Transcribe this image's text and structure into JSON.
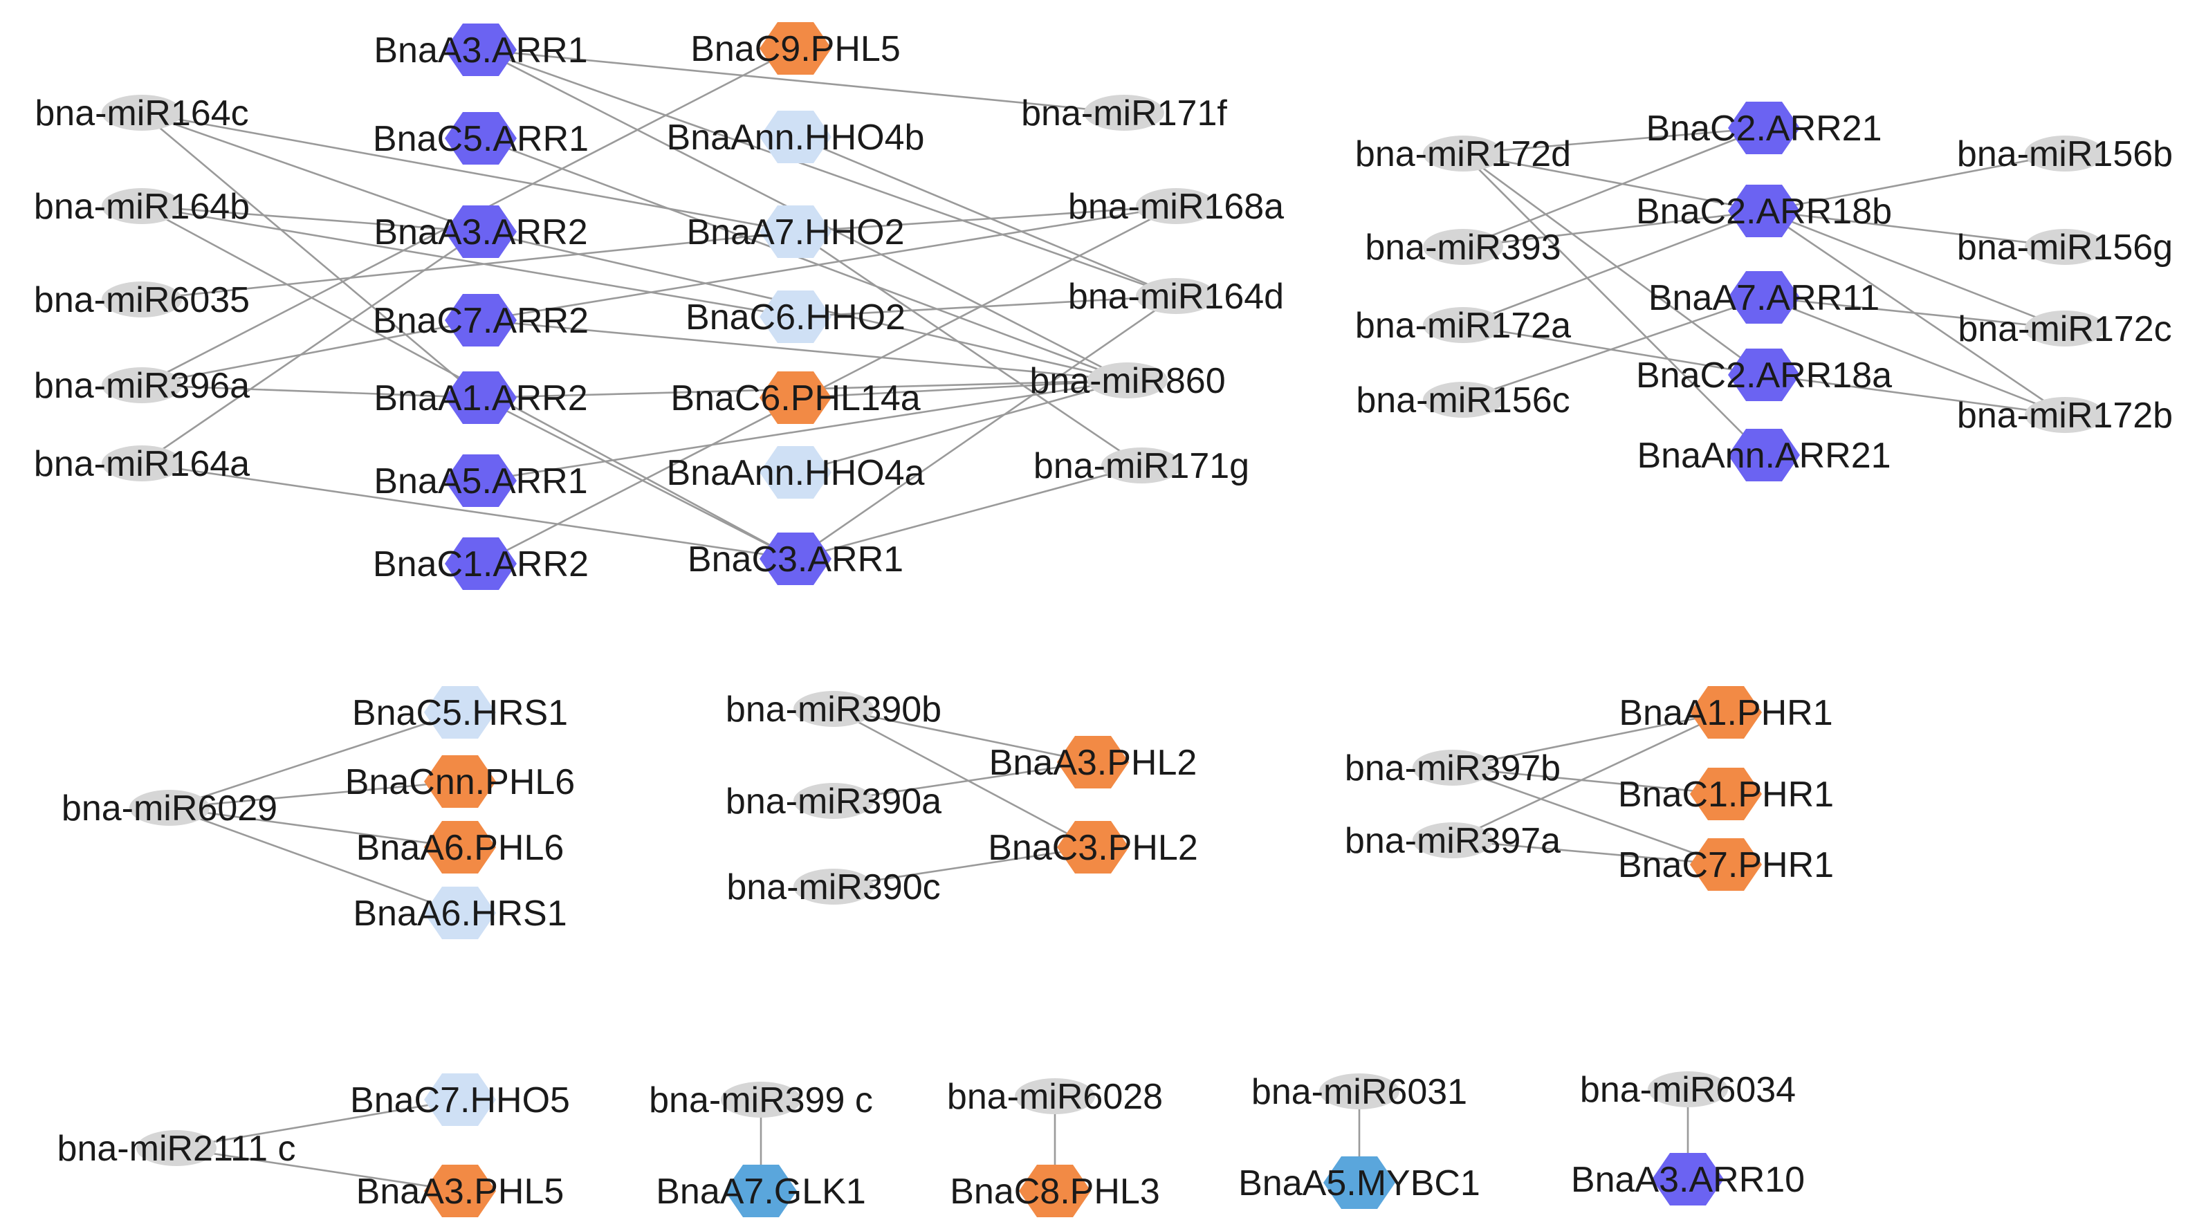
{
  "colors": {
    "mirna": "#d6d6d6",
    "arr": "#6b63f2",
    "phl": "#f28a45",
    "hho": "#cfe0f5",
    "glk": "#5aa6dc",
    "edge": "#9a9a9a",
    "text": "#1a1a1a"
  },
  "nodes": [
    {
      "id": "BnaA3.ARR1",
      "label": "BnaA3.ARR1",
      "kind": "arr"
    },
    {
      "id": "BnaC9.PHL5",
      "label": "BnaC9.PHL5",
      "kind": "phl"
    },
    {
      "id": "bna-miR164c",
      "label": "bna-miR164c",
      "kind": "mirna"
    },
    {
      "id": "bna-miR171f",
      "label": "bna-miR171f",
      "kind": "mirna"
    },
    {
      "id": "BnaC5.ARR1",
      "label": "BnaC5.ARR1",
      "kind": "arr"
    },
    {
      "id": "BnaAnn.HHO4b",
      "label": "BnaAnn.HHO4b",
      "kind": "hho"
    },
    {
      "id": "bna-miR164b",
      "label": "bna-miR164b",
      "kind": "mirna"
    },
    {
      "id": "bna-miR168a",
      "label": "bna-miR168a",
      "kind": "mirna"
    },
    {
      "id": "BnaA3.ARR2",
      "label": "BnaA3.ARR2",
      "kind": "arr"
    },
    {
      "id": "BnaA7.HHO2",
      "label": "BnaA7.HHO2",
      "kind": "hho"
    },
    {
      "id": "bna-miR6035",
      "label": "bna-miR6035",
      "kind": "mirna"
    },
    {
      "id": "bna-miR164d",
      "label": "bna-miR164d",
      "kind": "mirna"
    },
    {
      "id": "BnaC7.ARR2",
      "label": "BnaC7.ARR2",
      "kind": "arr"
    },
    {
      "id": "BnaC6.HHO2",
      "label": "BnaC6.HHO2",
      "kind": "hho"
    },
    {
      "id": "bna-miR396a",
      "label": "bna-miR396a",
      "kind": "mirna"
    },
    {
      "id": "bna-miR860",
      "label": "bna-miR860",
      "kind": "mirna"
    },
    {
      "id": "BnaA1.ARR2",
      "label": "BnaA1.ARR2",
      "kind": "arr"
    },
    {
      "id": "BnaC6.PHL14a",
      "label": "BnaC6.PHL14a",
      "kind": "phl"
    },
    {
      "id": "bna-miR164a",
      "label": "bna-miR164a",
      "kind": "mirna"
    },
    {
      "id": "bna-miR171g",
      "label": "bna-miR171g",
      "kind": "mirna"
    },
    {
      "id": "BnaA5.ARR1",
      "label": "BnaA5.ARR1",
      "kind": "arr"
    },
    {
      "id": "BnaAnn.HHO4a",
      "label": "BnaAnn.HHO4a",
      "kind": "hho"
    },
    {
      "id": "BnaC1.ARR2",
      "label": "BnaC1.ARR2",
      "kind": "arr"
    },
    {
      "id": "BnaC3.ARR1",
      "label": "BnaC3.ARR1",
      "kind": "arr"
    },
    {
      "id": "bna-miR172d",
      "label": "bna-miR172d",
      "kind": "mirna"
    },
    {
      "id": "BnaC2.ARR21",
      "label": "BnaC2.ARR21",
      "kind": "arr"
    },
    {
      "id": "bna-miR156b",
      "label": "bna-miR156b",
      "kind": "mirna"
    },
    {
      "id": "bna-miR393",
      "label": "bna-miR393",
      "kind": "mirna"
    },
    {
      "id": "BnaC2.ARR18b",
      "label": "BnaC2.ARR18b",
      "kind": "arr"
    },
    {
      "id": "bna-miR156g",
      "label": "bna-miR156g",
      "kind": "mirna"
    },
    {
      "id": "bna-miR172a",
      "label": "bna-miR172a",
      "kind": "mirna"
    },
    {
      "id": "BnaA7.ARR11",
      "label": "BnaA7.ARR11",
      "kind": "arr"
    },
    {
      "id": "bna-miR172c",
      "label": "bna-miR172c",
      "kind": "mirna"
    },
    {
      "id": "bna-miR156c",
      "label": "bna-miR156c",
      "kind": "mirna"
    },
    {
      "id": "BnaC2.ARR18a",
      "label": "BnaC2.ARR18a",
      "kind": "arr"
    },
    {
      "id": "bna-miR172b",
      "label": "bna-miR172b",
      "kind": "mirna"
    },
    {
      "id": "BnaAnn.ARR21",
      "label": "BnaAnn.ARR21",
      "kind": "arr"
    },
    {
      "id": "BnaC5.HRS1",
      "label": "BnaC5.HRS1",
      "kind": "hho"
    },
    {
      "id": "BnaCnn.PHL6",
      "label": "BnaCnn.PHL6",
      "kind": "phl"
    },
    {
      "id": "bna-miR6029",
      "label": "bna-miR6029",
      "kind": "mirna"
    },
    {
      "id": "BnaA6.PHL6",
      "label": "BnaA6.PHL6",
      "kind": "phl"
    },
    {
      "id": "BnaA6.HRS1",
      "label": "BnaA6.HRS1",
      "kind": "hho"
    },
    {
      "id": "bna-miR390b",
      "label": "bna-miR390b",
      "kind": "mirna"
    },
    {
      "id": "BnaA3.PHL2",
      "label": "BnaA3.PHL2",
      "kind": "phl"
    },
    {
      "id": "bna-miR390a",
      "label": "bna-miR390a",
      "kind": "mirna"
    },
    {
      "id": "BnaC3.PHL2",
      "label": "BnaC3.PHL2",
      "kind": "phl"
    },
    {
      "id": "bna-miR390c",
      "label": "bna-miR390c",
      "kind": "mirna"
    },
    {
      "id": "BnaA1.PHR1",
      "label": "BnaA1.PHR1",
      "kind": "phl"
    },
    {
      "id": "bna-miR397b",
      "label": "bna-miR397b",
      "kind": "mirna"
    },
    {
      "id": "BnaC1.PHR1",
      "label": "BnaC1.PHR1",
      "kind": "phl"
    },
    {
      "id": "bna-miR397a",
      "label": "bna-miR397a",
      "kind": "mirna"
    },
    {
      "id": "BnaC7.PHR1",
      "label": "BnaC7.PHR1",
      "kind": "phl"
    },
    {
      "id": "BnaC7.HHO5",
      "label": "BnaC7.HHO5",
      "kind": "hho"
    },
    {
      "id": "bna-miR2111c",
      "label": "bna-miR2111 c",
      "kind": "mirna"
    },
    {
      "id": "BnaA3.PHL5",
      "label": "BnaA3.PHL5",
      "kind": "phl"
    },
    {
      "id": "bna-miR399c",
      "label": "bna-miR399 c",
      "kind": "mirna"
    },
    {
      "id": "BnaA7.GLK1",
      "label": "BnaA7.GLK1",
      "kind": "glk"
    },
    {
      "id": "bna-miR6028",
      "label": "bna-miR6028",
      "kind": "mirna"
    },
    {
      "id": "BnaC8.PHL3",
      "label": "BnaC8.PHL3",
      "kind": "phl"
    },
    {
      "id": "bna-miR6031",
      "label": "bna-miR6031",
      "kind": "mirna"
    },
    {
      "id": "BnaA5.MYBC1",
      "label": "BnaA5.MYBC1",
      "kind": "glk"
    },
    {
      "id": "bna-miR6034",
      "label": "bna-miR6034",
      "kind": "mirna"
    },
    {
      "id": "BnaA3.ARR10",
      "label": "BnaA3.ARR10",
      "kind": "arr"
    }
  ],
  "edges": [
    [
      "BnaA3.ARR1",
      "bna-miR171f"
    ],
    [
      "BnaA3.ARR1",
      "bna-miR860"
    ],
    [
      "BnaA3.ARR1",
      "bna-miR164d"
    ],
    [
      "BnaC9.PHL5",
      "bna-miR396a"
    ],
    [
      "bna-miR164c",
      "BnaA3.ARR2"
    ],
    [
      "bna-miR164c",
      "BnaA7.HHO2"
    ],
    [
      "bna-miR164c",
      "BnaA1.ARR2"
    ],
    [
      "bna-miR164b",
      "BnaA3.ARR2"
    ],
    [
      "bna-miR164b",
      "BnaC6.HHO2"
    ],
    [
      "bna-miR164b",
      "BnaC3.ARR1"
    ],
    [
      "bna-miR6035",
      "BnaA7.HHO2"
    ],
    [
      "bna-miR396a",
      "BnaC7.ARR2"
    ],
    [
      "bna-miR396a",
      "BnaA1.ARR2"
    ],
    [
      "bna-miR164a",
      "BnaA3.ARR2"
    ],
    [
      "bna-miR164a",
      "BnaC3.ARR1"
    ],
    [
      "BnaC5.ARR1",
      "bna-miR860"
    ],
    [
      "BnaAnn.HHO4b",
      "bna-miR164d"
    ],
    [
      "BnaA7.HHO2",
      "bna-miR168a"
    ],
    [
      "BnaA7.HHO2",
      "bna-miR171g"
    ],
    [
      "BnaA3.ARR2",
      "bna-miR860"
    ],
    [
      "BnaC7.ARR2",
      "bna-miR860"
    ],
    [
      "BnaC7.ARR2",
      "bna-miR168a"
    ],
    [
      "BnaC6.HHO2",
      "bna-miR164d"
    ],
    [
      "BnaA1.ARR2",
      "bna-miR860"
    ],
    [
      "BnaA1.ARR2",
      "BnaC3.ARR1"
    ],
    [
      "BnaC6.PHL14a",
      "bna-miR860"
    ],
    [
      "BnaA5.ARR1",
      "bna-miR860"
    ],
    [
      "BnaAnn.HHO4a",
      "bna-miR860"
    ],
    [
      "BnaC1.ARR2",
      "bna-miR168a"
    ],
    [
      "BnaC3.ARR1",
      "bna-miR164d"
    ],
    [
      "BnaC3.ARR1",
      "bna-miR171g"
    ],
    [
      "bna-miR172d",
      "BnaC2.ARR21"
    ],
    [
      "bna-miR172d",
      "BnaC2.ARR18b"
    ],
    [
      "bna-miR172d",
      "BnaC2.ARR18a"
    ],
    [
      "bna-miR172d",
      "BnaAnn.ARR21"
    ],
    [
      "bna-miR393",
      "BnaC2.ARR21"
    ],
    [
      "bna-miR393",
      "BnaC2.ARR18b"
    ],
    [
      "bna-miR172a",
      "BnaC2.ARR18b"
    ],
    [
      "bna-miR172a",
      "BnaC2.ARR18a"
    ],
    [
      "bna-miR156c",
      "BnaA7.ARR11"
    ],
    [
      "BnaC2.ARR18b",
      "bna-miR156b"
    ],
    [
      "BnaC2.ARR18b",
      "bna-miR156g"
    ],
    [
      "BnaC2.ARR18b",
      "bna-miR172c"
    ],
    [
      "BnaC2.ARR18b",
      "bna-miR172b"
    ],
    [
      "BnaA7.ARR11",
      "bna-miR172c"
    ],
    [
      "BnaA7.ARR11",
      "bna-miR172b"
    ],
    [
      "BnaC2.ARR18a",
      "bna-miR172b"
    ],
    [
      "bna-miR6029",
      "BnaC5.HRS1"
    ],
    [
      "bna-miR6029",
      "BnaCnn.PHL6"
    ],
    [
      "bna-miR6029",
      "BnaA6.PHL6"
    ],
    [
      "bna-miR6029",
      "BnaA6.HRS1"
    ],
    [
      "bna-miR390b",
      "BnaA3.PHL2"
    ],
    [
      "bna-miR390b",
      "BnaC3.PHL2"
    ],
    [
      "bna-miR390a",
      "BnaA3.PHL2"
    ],
    [
      "bna-miR390c",
      "BnaC3.PHL2"
    ],
    [
      "bna-miR397b",
      "BnaA1.PHR1"
    ],
    [
      "bna-miR397b",
      "BnaC1.PHR1"
    ],
    [
      "bna-miR397b",
      "BnaC7.PHR1"
    ],
    [
      "bna-miR397a",
      "BnaA1.PHR1"
    ],
    [
      "bna-miR397a",
      "BnaC7.PHR1"
    ],
    [
      "bna-miR2111c",
      "BnaC7.HHO5"
    ],
    [
      "bna-miR2111c",
      "BnaA3.PHL5"
    ],
    [
      "bna-miR399c",
      "BnaA7.GLK1"
    ],
    [
      "bna-miR6028",
      "BnaC8.PHL3"
    ],
    [
      "bna-miR6031",
      "BnaA5.MYBC1"
    ],
    [
      "bna-miR6034",
      "BnaA3.ARR10"
    ]
  ]
}
